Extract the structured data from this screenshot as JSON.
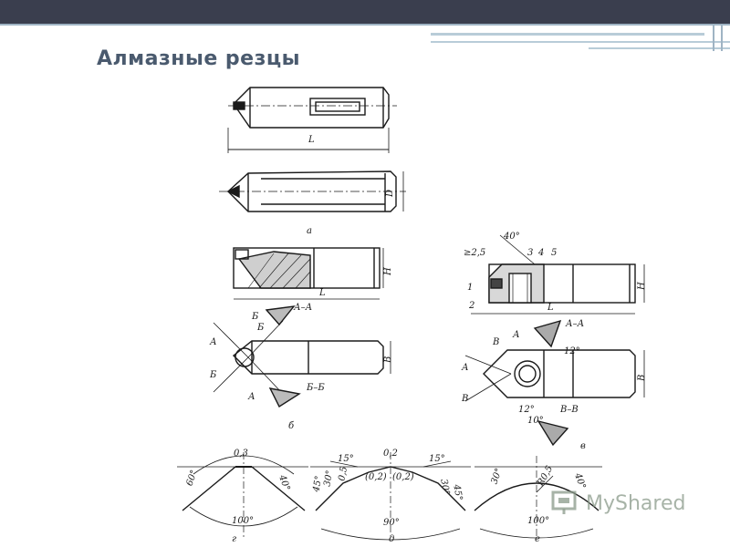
{
  "slide": {
    "title": "Алмазные резцы"
  },
  "figure": {
    "labels": {
      "a": "а",
      "b": "б",
      "v": "в",
      "g": "г",
      "d": "д",
      "e": "е",
      "L1": "L",
      "L2": "L",
      "L3": "L",
      "D": "D",
      "H1": "H",
      "H2": "H",
      "B1": "B",
      "B2": "B",
      "sectionAA1": "А–А",
      "sectionBB1": "Б–Б",
      "sectionAA2": "А–А",
      "sectionVV": "В–В",
      "secA1": "А",
      "secA2": "А",
      "secB1": "Б",
      "secB2": "Б",
      "secB3": "Б",
      "secV1": "В",
      "secV2": "В",
      "secA3": "А",
      "secA4": "А",
      "parts": [
        "1",
        "2",
        "3",
        "4",
        "5"
      ],
      "angle40": "40°",
      "dim25": "≥2,5",
      "angle12a": "12°",
      "angle12b": "12°",
      "angle10": "10°",
      "g_03": "0,3",
      "g_60": "60°",
      "g_40": "40°",
      "g_100": "100°",
      "d_15a": "15°",
      "d_15b": "15°",
      "d_02": "0,2",
      "d_05": "0,5",
      "d_45a": "45°",
      "d_30a": "30°",
      "d_45b": "45°",
      "d_30b": "30°",
      "d_r1": "(0,2)",
      "d_r2": "(0,2)",
      "d_90": "90°",
      "e_30": "30°",
      "e_40": "40°",
      "e_r": "R0,5",
      "e_100": "100°"
    }
  },
  "watermark": {
    "text": "MyShared"
  }
}
